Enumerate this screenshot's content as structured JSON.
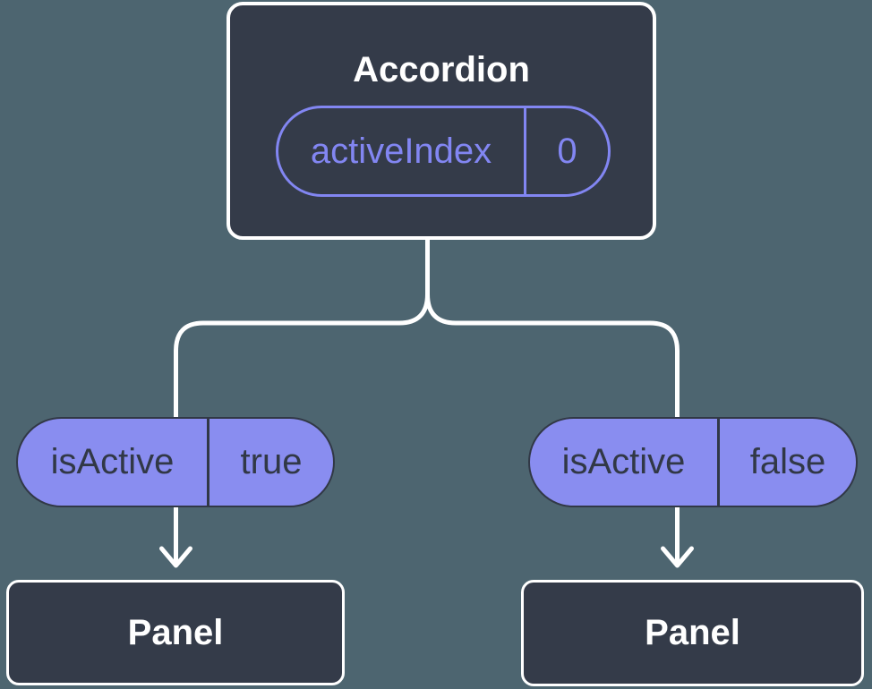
{
  "diagram": {
    "description": "Component tree diagram: Accordion holding state, passing isActive to two Panels",
    "root_node": {
      "title": "Accordion",
      "prop_pill": {
        "name": "activeIndex",
        "value": "0"
      }
    },
    "branches": [
      {
        "pill": {
          "name": "isActive",
          "value": "true"
        },
        "node": {
          "title": "Panel"
        }
      },
      {
        "pill": {
          "name": "isActive",
          "value": "false"
        },
        "node": {
          "title": "Panel"
        }
      }
    ]
  },
  "colors": {
    "background": "#4d6570",
    "node_fill": "#343b49",
    "node_border": "#ffffff",
    "accent_purple": "#8286f2",
    "state_pill_fill": "#898df0",
    "state_pill_text": "#313846",
    "connector": "#ffffff"
  }
}
